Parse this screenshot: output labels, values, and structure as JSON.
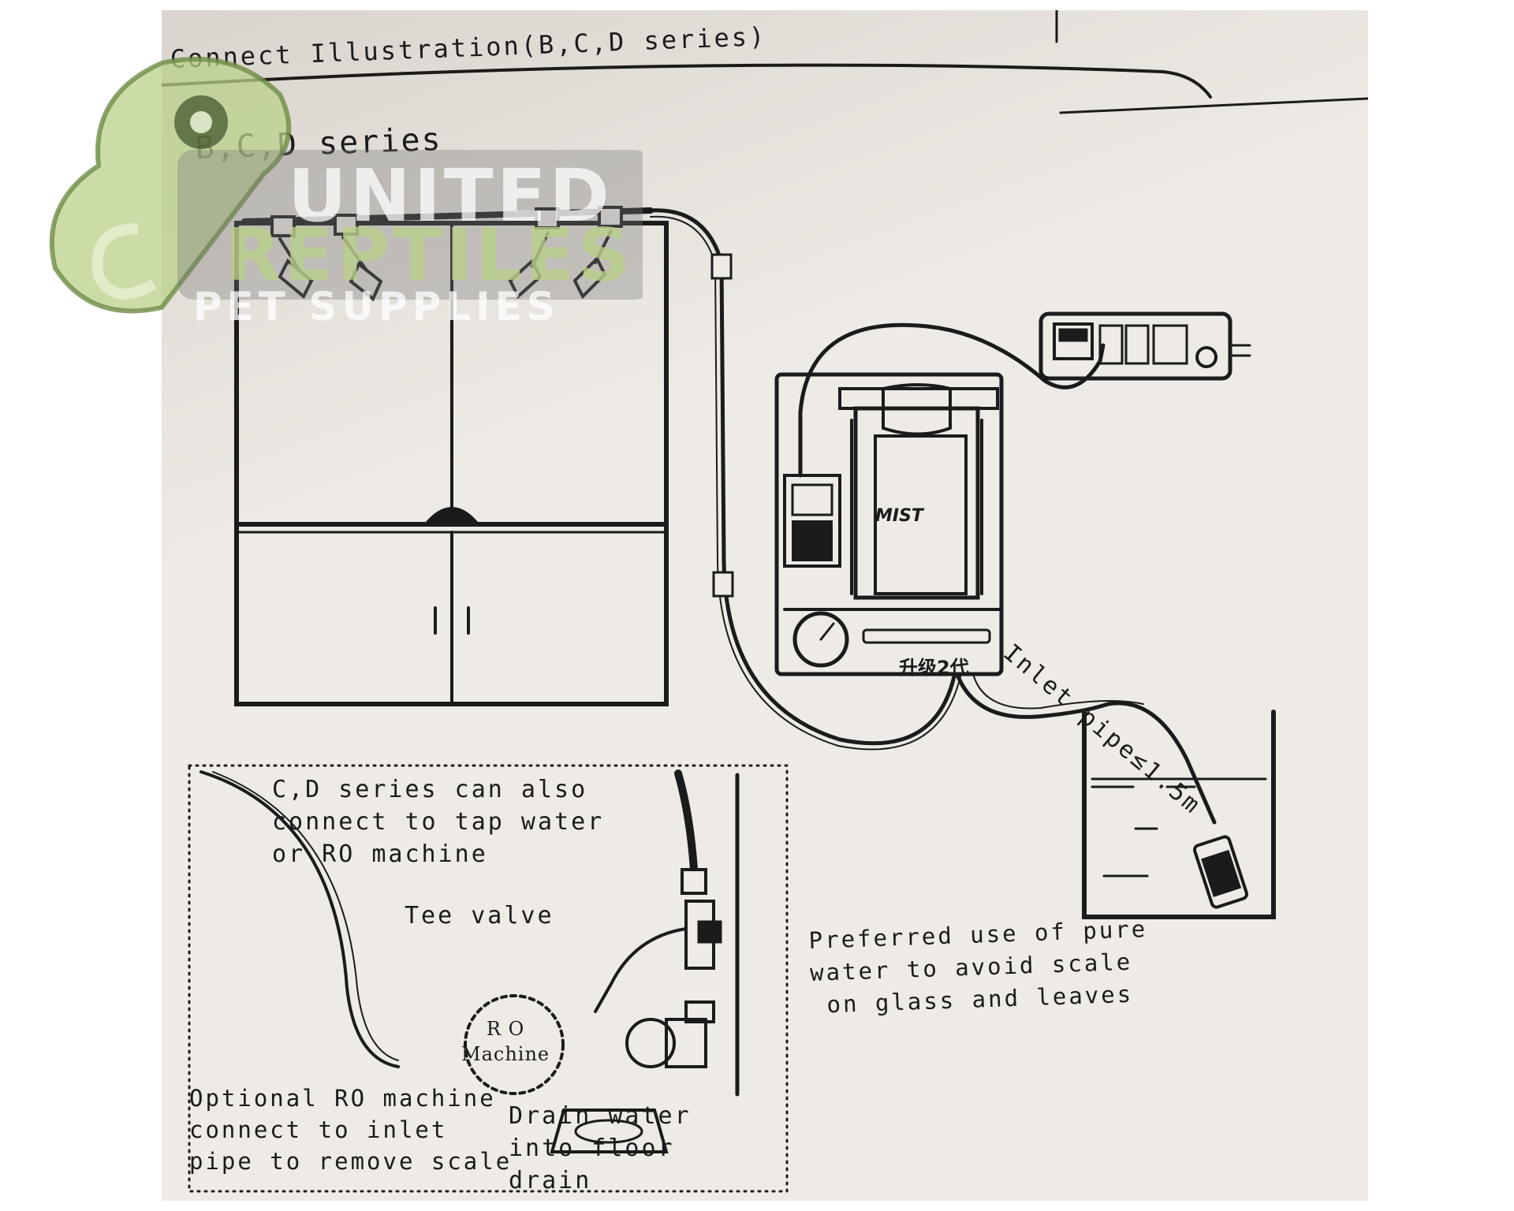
{
  "header": {
    "title": "Connect Illustration(B,C,D series)"
  },
  "subheading": "B,C,D series",
  "pump": {
    "brand": "MIST",
    "badge": "升级2代"
  },
  "inlet": {
    "label": "Inlet pipe≤1.5m"
  },
  "note_pure_water": {
    "lines": [
      "Preferred use of pure",
      "water to avoid scale",
      "on glass and leaves"
    ]
  },
  "inset": {
    "tap_note": {
      "lines": [
        "C,D series can also",
        "connect to tap water",
        "or RO machine"
      ]
    },
    "tee_valve": "Tee valve",
    "ro_machine": {
      "lines": [
        "R O",
        "Machine"
      ]
    },
    "ro_note": {
      "lines": [
        "Optional RO machine",
        "connect to inlet",
        "pipe to remove scale"
      ]
    },
    "drain_note": {
      "lines": [
        "Drain water",
        "into floor",
        "drain"
      ]
    }
  },
  "watermark": {
    "line1": "UNITED",
    "line2": "REPTILES",
    "line3": "PET SUPPLIES"
  },
  "colors": {
    "ink": "#1b1b1b",
    "paper": "#eeeae5",
    "watermark_green": "#b9d08a"
  }
}
